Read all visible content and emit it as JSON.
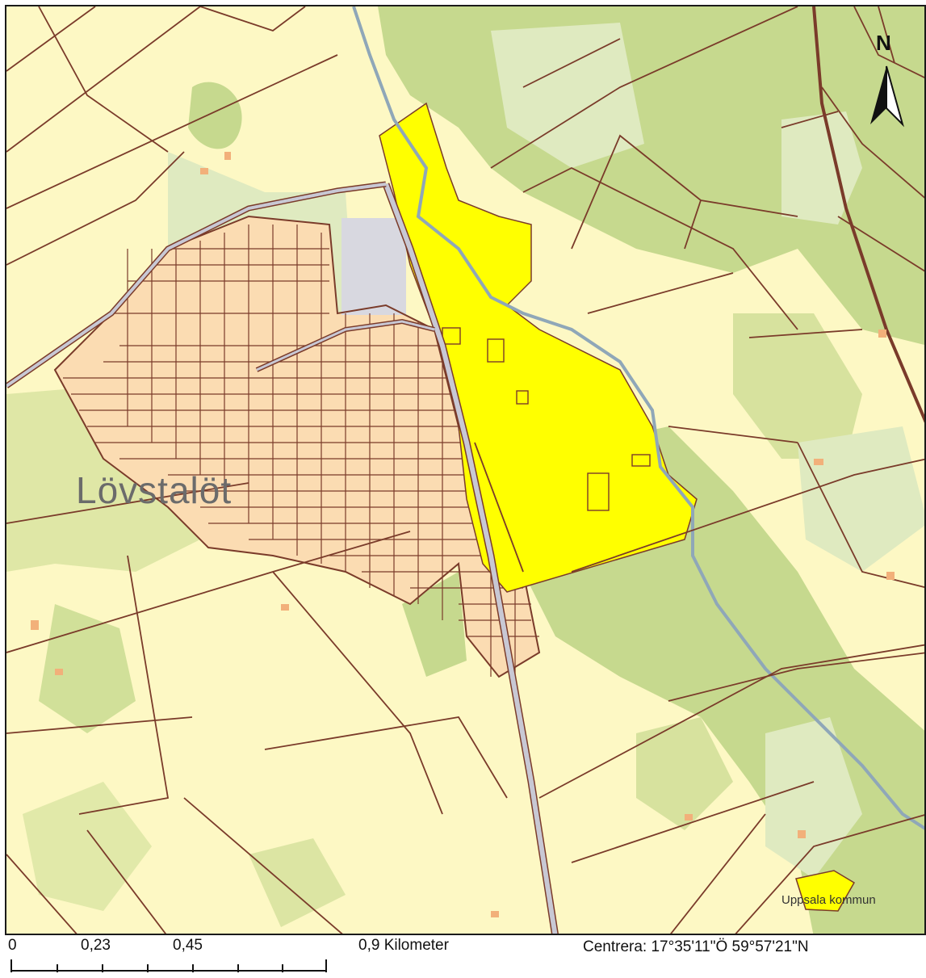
{
  "map": {
    "place_name": "Lövstalöt",
    "municipality_label": "Uppsala kommun",
    "north_label": "N"
  },
  "scale": {
    "labels": [
      "0",
      "0,23",
      "0,45",
      "0,9 Kilometer"
    ]
  },
  "center": {
    "text": "Centrera: 17°35'11\"Ö 59°57'21\"N"
  },
  "colors": {
    "farmland": "#fdf8c4",
    "forest": "#c6d98e",
    "light_green": "#dfeac0",
    "residential": "#fbdcb2",
    "highlight": "#ffff00",
    "parcel_line": "#7a3b2a",
    "road": "#b8b8c8",
    "river": "#8fa7b8",
    "industrial": "#d8d8e0"
  }
}
